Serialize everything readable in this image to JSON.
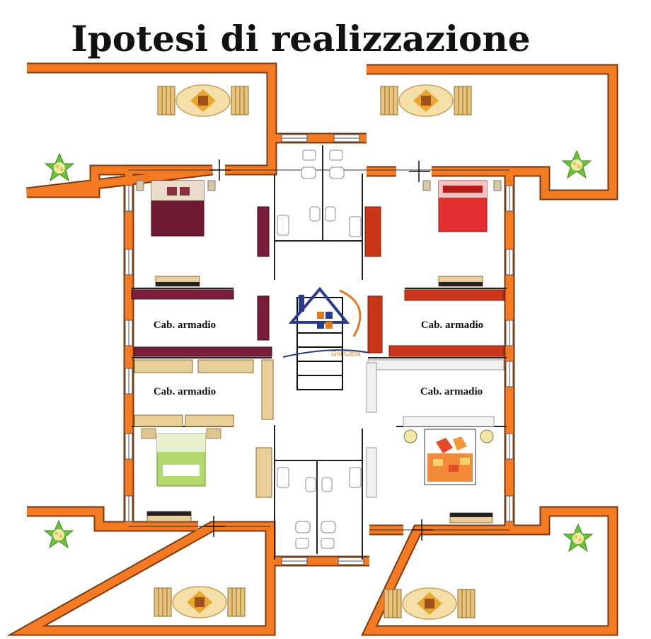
{
  "title": "Ipotesi di realizzazione",
  "rooms": {
    "closet_top_left": "Cab. armadio",
    "closet_top_right": "Cab. armadio",
    "closet_bottom_left": "Cab. armadio",
    "closet_bottom_right": "Cab. armadio"
  },
  "logo": {
    "text": "Giù.Casa"
  },
  "colors": {
    "wall": "#f47a24",
    "wall_outline": "#7a3a10",
    "floor": "#ffffff"
  }
}
